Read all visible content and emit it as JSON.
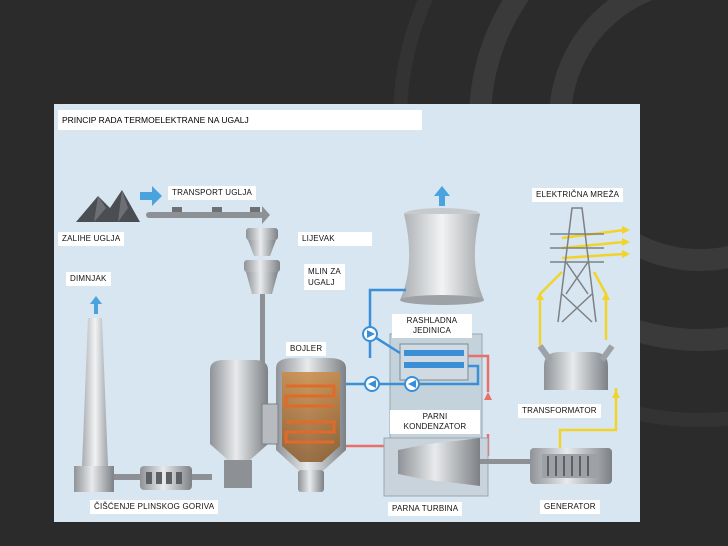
{
  "title": "PRINCIP RADA TERMOELEKTRANE NA UGALJ",
  "labels": {
    "transport": "TRANSPORT UGLJA",
    "coal_stock": "ZALIHE UGLJA",
    "hopper": "LIJEVAK",
    "mill_line1": "MLIN ZA",
    "mill_line2": "UGALJ",
    "chimney": "DIMNJAK",
    "boiler": "BOJLER",
    "cooling_line1": "RASHLADNA",
    "cooling_line2": "JEDINICA",
    "condenser_line1": "PARNI",
    "condenser_line2": "KONDENZATOR",
    "grid": "ELEKTRIČNA MREŽA",
    "transformer": "TRANSFORMATOR",
    "gas_cleaning": "ČIŠĆENJE PLINSKOG GORIVA",
    "turbine": "PARNA TURBINA",
    "generator": "GENERATOR"
  },
  "colors": {
    "slide_bg": "#2b2b2b",
    "figure_bg": "#d7e6f0",
    "water": "#3a8fd6",
    "steam": "#e8706a",
    "power": "#f2d32a",
    "flow_arrow": "#4aa3dc"
  }
}
